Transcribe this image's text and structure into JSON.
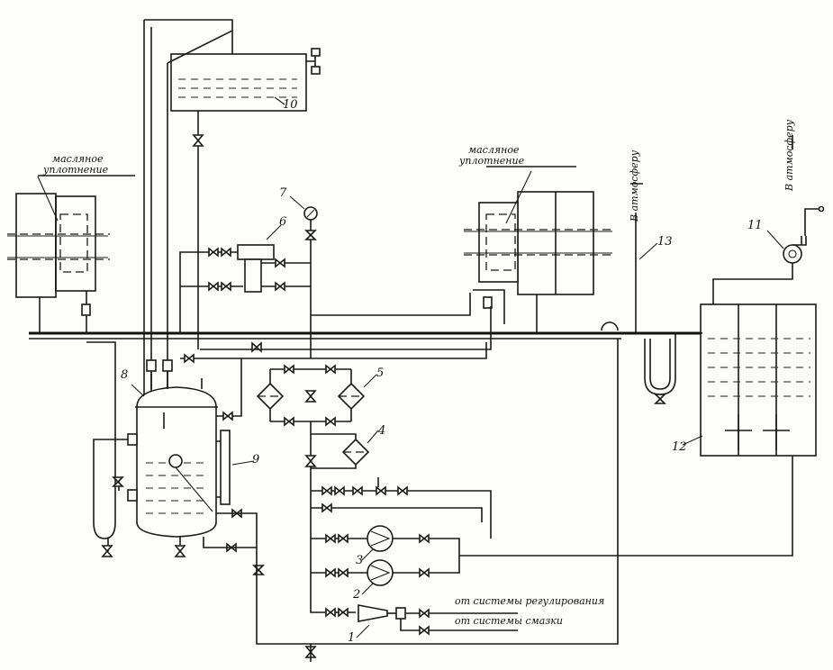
{
  "labels": {
    "oil_seal_line1": "масляное",
    "oil_seal_line2": "уплотнение",
    "to_atmosphere": "В атмосферу",
    "from_regulation": "от системы регулирования",
    "from_lubrication": "от системы смазки"
  },
  "numbers": {
    "n1": "1",
    "n2": "2",
    "n3": "3",
    "n4": "4",
    "n5": "5",
    "n6": "6",
    "n7": "7",
    "n8": "8",
    "n9": "9",
    "n10": "10",
    "n11": "11",
    "n12": "12",
    "n13": "13"
  }
}
